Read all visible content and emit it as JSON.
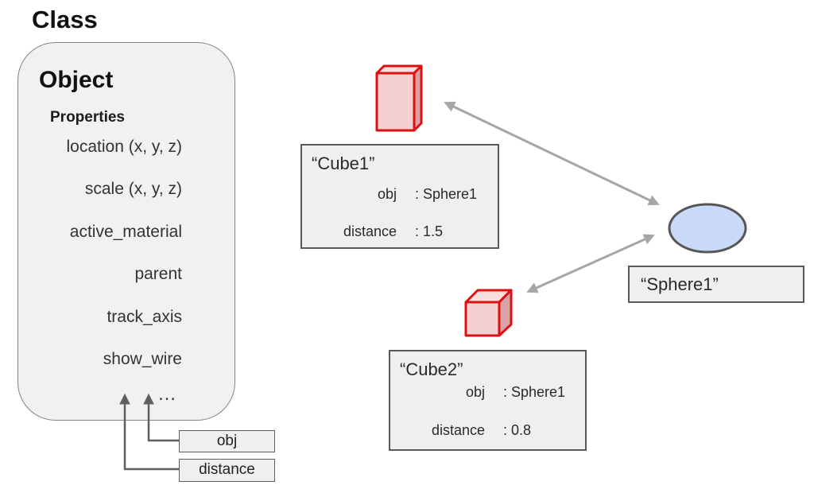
{
  "title": "Class",
  "class_box": {
    "heading": "Object",
    "subheading": "Properties",
    "properties": [
      "location (x, y, z)",
      "scale (x, y, z)",
      "active_material",
      "parent",
      "track_axis",
      "show_wire"
    ],
    "more": "…"
  },
  "attribute_tags": {
    "obj": "obj",
    "distance": "distance"
  },
  "instances": {
    "cube1": {
      "name": "“Cube1”",
      "rows": [
        {
          "key": "obj",
          "value": ": Sphere1"
        },
        {
          "key": "distance",
          "value": ": 1.5"
        }
      ]
    },
    "cube2": {
      "name": "“Cube2”",
      "rows": [
        {
          "key": "obj",
          "value": ": Sphere1"
        },
        {
          "key": "distance",
          "value": ": 0.8"
        }
      ]
    },
    "sphere1": {
      "name": "“Sphere1”"
    }
  },
  "colors": {
    "canvas_bg": "#ffffff",
    "box_fill": "#f1f1f1",
    "box_border": "#848484",
    "label_fill": "#efefef",
    "label_border": "#5f5f5f",
    "label_border2": "#595959",
    "cube_front": "#f5d0d0",
    "cube_top": "#fadfdf",
    "cube_side": "#d9a2a8",
    "cube_stroke": "#dd1111",
    "sphere_fill": "#c9daf8",
    "sphere_stroke": "#565656",
    "arrow_gray": "#a6a6a6",
    "arrow_dark": "#5f5f5f"
  }
}
